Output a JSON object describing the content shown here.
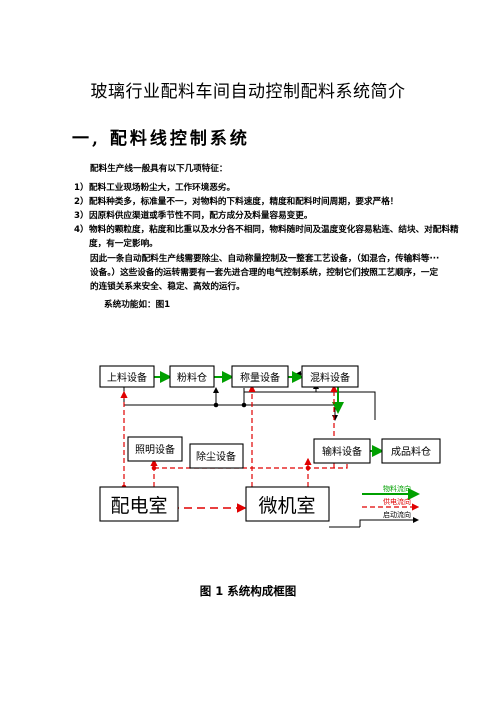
{
  "title": "玻璃行业配料车间自动控制配料系统简介",
  "section": {
    "number": "一",
    "heading": "配料线控制系统"
  },
  "intro": "配料生产线一般具有以下几项特征：",
  "features": [
    {
      "num": "1）",
      "text": "配料工业现场粉尘大，工作环境恶劣。"
    },
    {
      "num": "2）",
      "text": "配料种类多，标准量不一，对物料的下料速度，精度和配料时间周期，要求严格！"
    },
    {
      "num": "3）",
      "text": "因原料供应渠道或季节性不同，配方成分及料量容易变更。"
    },
    {
      "num": "4）",
      "text": "物料的颗粒度，粘度和比重以及水分各不相同，物料随时间及温度变化容易粘连、结块、对配料精度，有一定影响。"
    }
  ],
  "conclusion": "因此一条自动配料生产线需要除尘、自动称量控制及一整套工艺设备，（如混合，传输料等···设备。）这些设备的运转需要有一套先进合理的电气控制系统，控制它们按照工艺顺序，一定的连锁关系来安全、稳定、高效的运行。",
  "figure_intro": "系统功能如：图1",
  "diagram": {
    "nodes": {
      "loading": "上料设备",
      "powder_bin": "粉料仓",
      "weighing": "称量设备",
      "mixing": "混料设备",
      "lighting": "照明设备",
      "dust": "除尘设备",
      "conveying": "输料设备",
      "product_bin": "成品料仓",
      "power_room": "配电室",
      "computer_room": "微机室"
    },
    "legend": [
      {
        "label": "物料流向",
        "color": "#00a000"
      },
      {
        "label": "供电流向",
        "color": "#e00000"
      },
      {
        "label": "启动流向",
        "color": "#000000"
      }
    ]
  },
  "caption": "图 1 系统构成框图"
}
